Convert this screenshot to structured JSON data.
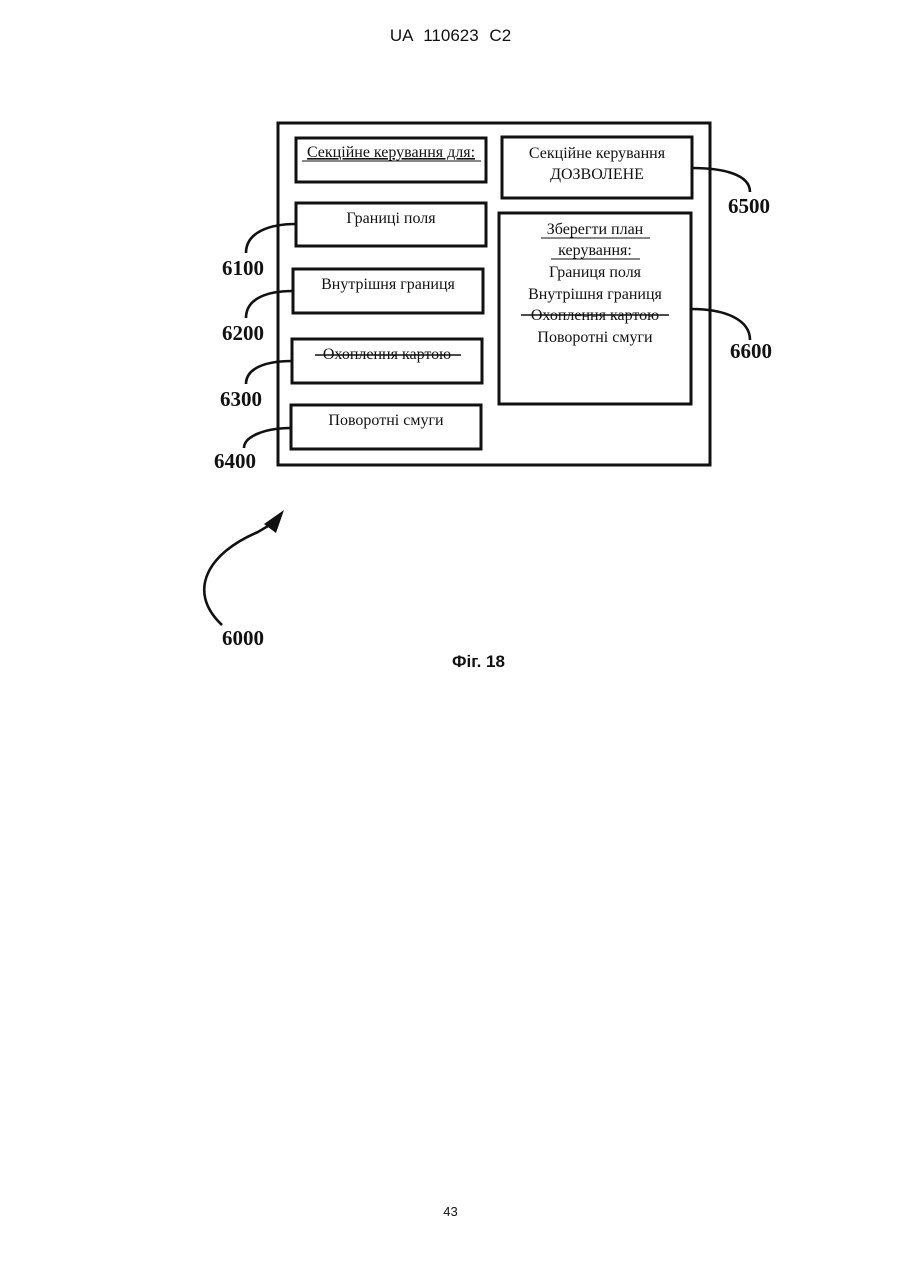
{
  "header": {
    "text": "UA   110623   C2"
  },
  "figure": {
    "caption": "Фіг. 18",
    "overall_ref": "6000",
    "left_column": {
      "title": "Секційне керування для:",
      "buttons": [
        {
          "label": "Границі поля",
          "ref": "6100",
          "struck": false
        },
        {
          "label": "Внутрішня границя",
          "ref": "6200",
          "struck": false
        },
        {
          "label": "Охоплення картою",
          "ref": "6300",
          "struck": true
        },
        {
          "label": "Поворотні смуги",
          "ref": "6400",
          "struck": false
        }
      ]
    },
    "status_box": {
      "line1": "Секційне керування",
      "line2": "ДОЗВОЛЕНЕ",
      "ref": "6500"
    },
    "save_box": {
      "title_line1": "Зберегти план",
      "title_line2": "керування:",
      "items": [
        {
          "label": "Границя поля",
          "struck": false
        },
        {
          "label": "Внутрішня границя",
          "struck": false
        },
        {
          "label": "Охоплення картою",
          "struck": true
        },
        {
          "label": "Поворотні смуги",
          "struck": false
        }
      ],
      "ref": "6600"
    }
  },
  "page_number": "43"
}
